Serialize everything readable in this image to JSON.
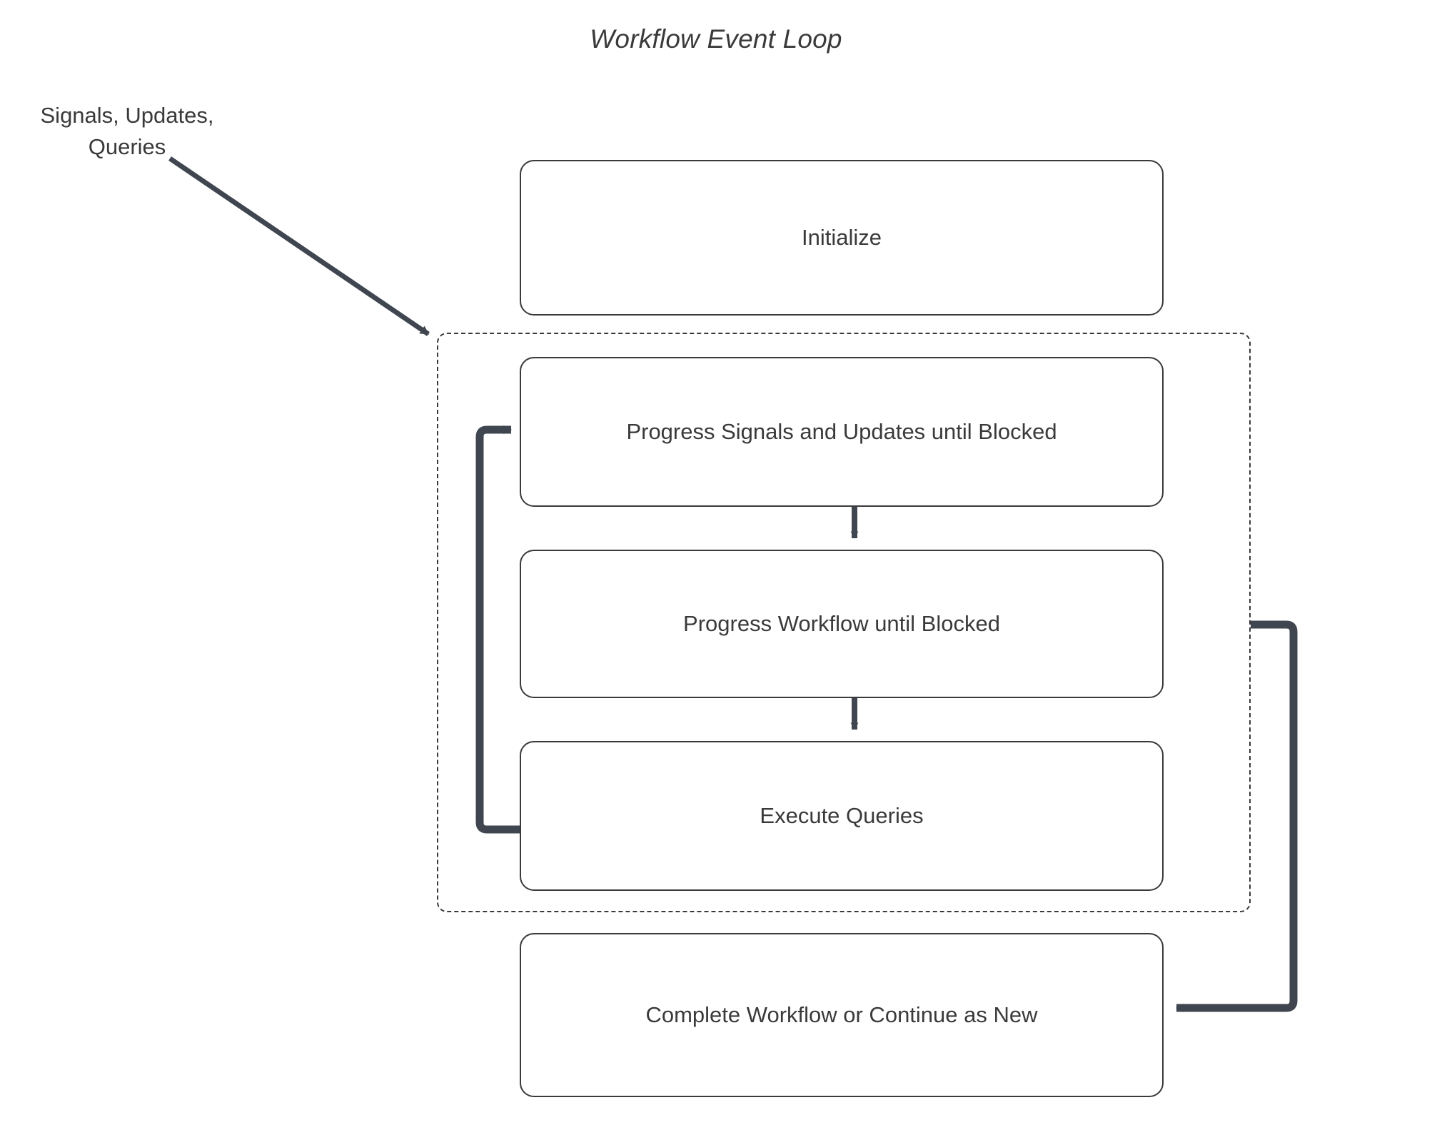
{
  "diagram": {
    "title": "Workflow Event Loop",
    "type": "flowchart",
    "external_input_label": "Signals, Updates,\nQueries",
    "external_input_label_line1": "Signals, Updates,",
    "external_input_label_line2": "Queries",
    "colors": {
      "background": "#ffffff",
      "node_border": "#3a3a3a",
      "node_fill": "#ffffff",
      "text": "#3a3a3a",
      "connector": "#3f4650",
      "container_border": "#3a3a3a"
    },
    "container": {
      "name": "event-loop-group",
      "style": "dashed",
      "label": ""
    },
    "nodes": [
      {
        "id": "initialize",
        "label": "Initialize",
        "inside_loop": false
      },
      {
        "id": "progress-signals",
        "label": "Progress Signals and Updates until Blocked",
        "inside_loop": true
      },
      {
        "id": "progress-workflow",
        "label": "Progress Workflow until Blocked",
        "inside_loop": true
      },
      {
        "id": "execute-queries",
        "label": "Execute Queries",
        "inside_loop": true
      },
      {
        "id": "complete-workflow",
        "label": "Complete Workflow or Continue as New",
        "inside_loop": false
      }
    ],
    "edges": [
      {
        "from": "external-input",
        "to": "event-loop-group",
        "style": "solid",
        "arrow": "end",
        "kind": "diagonal"
      },
      {
        "from": "progress-signals",
        "to": "progress-workflow",
        "style": "solid",
        "arrow": "end",
        "kind": "vertical"
      },
      {
        "from": "progress-workflow",
        "to": "execute-queries",
        "style": "solid",
        "arrow": "end",
        "kind": "vertical"
      },
      {
        "from": "execute-queries",
        "to": "progress-signals",
        "style": "solid",
        "arrow": "end",
        "kind": "loop-back-left"
      },
      {
        "from": "event-loop-group",
        "to": "complete-workflow",
        "style": "solid",
        "arrow": "end",
        "kind": "loop-out-right"
      }
    ]
  }
}
